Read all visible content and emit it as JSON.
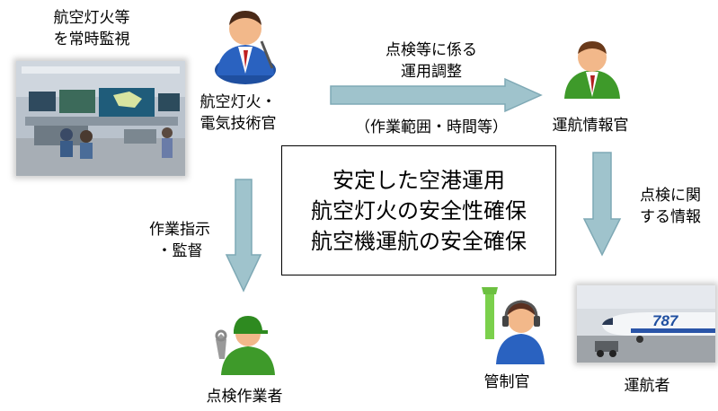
{
  "monitor": {
    "line1": "航空灯火等",
    "line2": "を常時監視"
  },
  "tech_officer": {
    "line1": "航空灯火・",
    "line2": "電気技術官"
  },
  "coordination": {
    "line1": "点検等に係る",
    "line2": "運用調整",
    "note": "（作業範囲・時間等）"
  },
  "ops_officer": {
    "label": "運航情報官"
  },
  "info": {
    "line1": "点検に関",
    "line2": "する情報"
  },
  "work_instruction": {
    "line1": "作業指示",
    "line2": "・監督"
  },
  "center": {
    "line1": "安定した空港運用",
    "line2": "航空灯火の安全性確保",
    "line3": "航空機運航の安全確保"
  },
  "worker": {
    "label": "点検作業者"
  },
  "controller": {
    "label": "管制官"
  },
  "operator": {
    "label": "運航者",
    "aircraft_text": "787"
  },
  "colors": {
    "arrow_fill": "#9fc3cc",
    "arrow_stroke": "#7fa9b5"
  }
}
